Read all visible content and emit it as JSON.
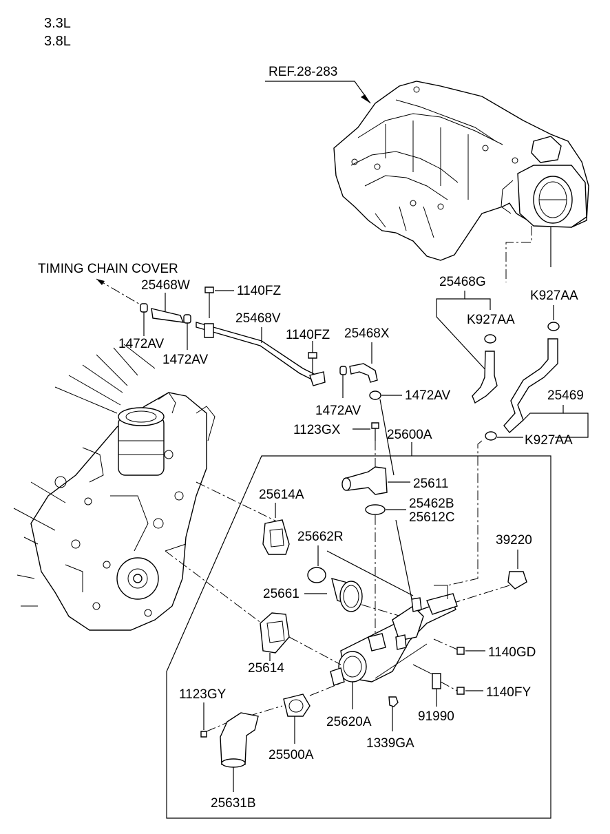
{
  "variants": [
    "3.3L",
    "3.8L"
  ],
  "labels": {
    "ref": "REF.28-283",
    "timing_chain_cover": "TIMING CHAIN COVER",
    "p25468W": "25468W",
    "p1140FZ_a": "1140FZ",
    "p1472AV_a": "1472AV",
    "p1472AV_b": "1472AV",
    "p25468V": "25468V",
    "p1140FZ_b": "1140FZ",
    "p25468X": "25468X",
    "p1472AV_c": "1472AV",
    "p1472AV_d": "1472AV",
    "p1123GX": "1123GX",
    "p25600A": "25600A",
    "p25468G": "25468G",
    "pK927AA_a": "K927AA",
    "pK927AA_b": "K927AA",
    "p25469": "25469",
    "pK927AA_c": "K927AA",
    "p25611": "25611",
    "p25614A": "25614A",
    "p25462B": "25462B",
    "p25612C": "25612C",
    "p25662R": "25662R",
    "p39220": "39220",
    "p25661": "25661",
    "p1140GD": "1140GD",
    "p25614": "25614",
    "p1140FY": "1140FY",
    "p1123GY": "1123GY",
    "p25620A": "25620A",
    "p91990": "91990",
    "p25500A": "25500A",
    "p1339GA": "1339GA",
    "p25631B": "25631B"
  }
}
